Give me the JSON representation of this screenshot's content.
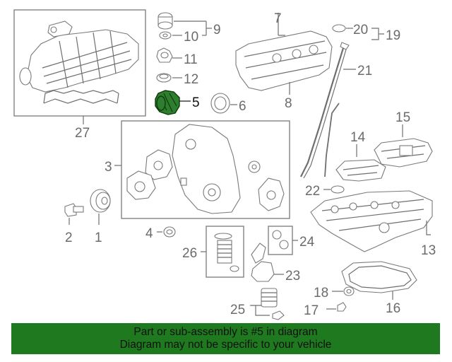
{
  "diagram": {
    "highlighted_part": "5",
    "callouts": {
      "c1": "1",
      "c2": "2",
      "c3": "3",
      "c4": "4",
      "c5": "5",
      "c6": "6",
      "c7": "7",
      "c8": "8",
      "c9": "9",
      "c10": "10",
      "c11": "11",
      "c12": "12",
      "c13": "13",
      "c14": "14",
      "c15": "15",
      "c16": "16",
      "c17": "17",
      "c18": "18",
      "c19": "19",
      "c20": "20",
      "c21": "21",
      "c22": "22",
      "c23": "23",
      "c24": "24",
      "c25": "25",
      "c26": "26",
      "c27": "27"
    }
  },
  "banner": {
    "line1": "Part or sub-assembly is #5 in diagram",
    "line2": "Diagram may not be specific to your vehicle"
  },
  "colors": {
    "banner_bg": "#1f7a1f",
    "highlight_fill": "#2f7d2f",
    "line_art": "#7a7a7a"
  }
}
